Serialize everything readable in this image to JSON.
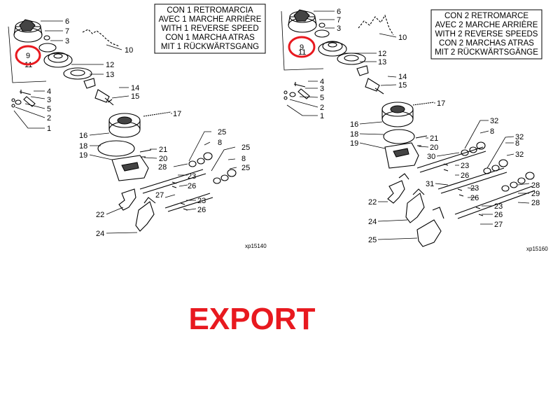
{
  "diagrams": [
    {
      "caption_lines": [
        "CON 1 RETROMARCIA",
        "AVEC 1 MARCHE ARRIÈRE",
        "WITH 1 REVERSE SPEED",
        "CON 1 MARCHA ATRAS",
        "MIT 1 RÜCKWÄRTSGANG"
      ],
      "reference": "xp15140",
      "highlight_label": "9",
      "callouts": [
        "6",
        "7",
        "3",
        "10",
        "11",
        "12",
        "13",
        "4",
        "3",
        "5",
        "2",
        "1",
        "14",
        "15",
        "17",
        "16",
        "18",
        "19",
        "21",
        "20",
        "25",
        "8",
        "28",
        "25",
        "8",
        "25",
        "23",
        "26",
        "27",
        "23",
        "26",
        "22",
        "24"
      ]
    },
    {
      "caption_lines": [
        "CON  2 RETROMARCE",
        "AVEC 2 MARCHE ARRIÈRE",
        "WITH 2 REVERSE SPEEDS",
        "CON 2 MARCHAS ATRAS",
        "MIT 2 RÜCKWÄRTSGÄNGE"
      ],
      "reference": "xp15160",
      "highlight_label": "9",
      "callouts": [
        "6",
        "7",
        "3",
        "10",
        "11",
        "12",
        "13",
        "4",
        "3",
        "5",
        "2",
        "1",
        "14",
        "15",
        "17",
        "16",
        "18",
        "19",
        "21",
        "20",
        "32",
        "8",
        "32",
        "8",
        "32",
        "30",
        "23",
        "26",
        "31",
        "23",
        "26",
        "28",
        "29",
        "28",
        "22",
        "24",
        "23",
        "26",
        "27",
        "25"
      ]
    }
  ],
  "banner": "EXPORT",
  "colors": {
    "banner": "#e8191f",
    "highlight": "#e8191f",
    "ink": "#000000"
  }
}
